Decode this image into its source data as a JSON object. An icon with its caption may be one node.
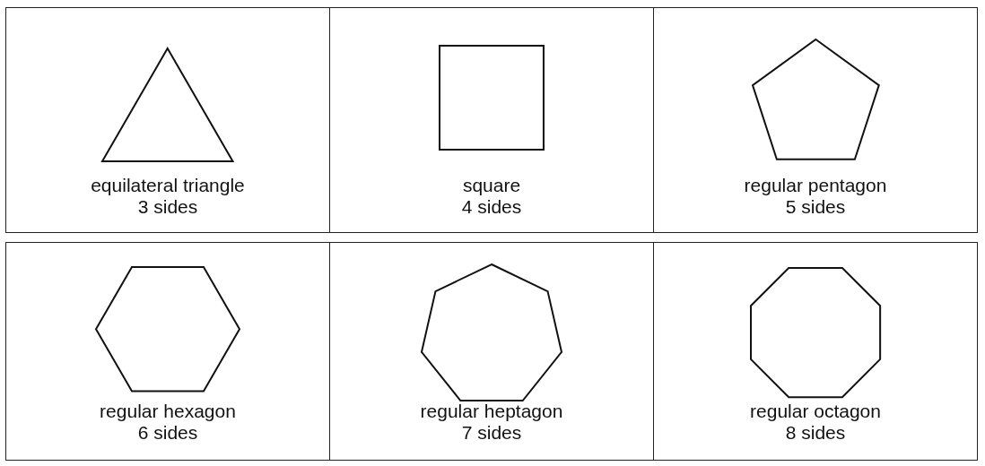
{
  "diagram": {
    "nodes": [
      {
        "text": [
          "equilateral triangle",
          "3 sides"
        ]
      },
      {
        "text": [
          "square",
          "4 sides"
        ]
      },
      {
        "text": [
          "regular pentagon",
          "5 sides"
        ]
      },
      {
        "text": [
          "regular hexagon",
          "6 sides"
        ]
      },
      {
        "text": [
          "regular heptagon",
          "7 sides"
        ]
      },
      {
        "text": [
          "regular octagon",
          "8 sides"
        ]
      }
    ]
  }
}
